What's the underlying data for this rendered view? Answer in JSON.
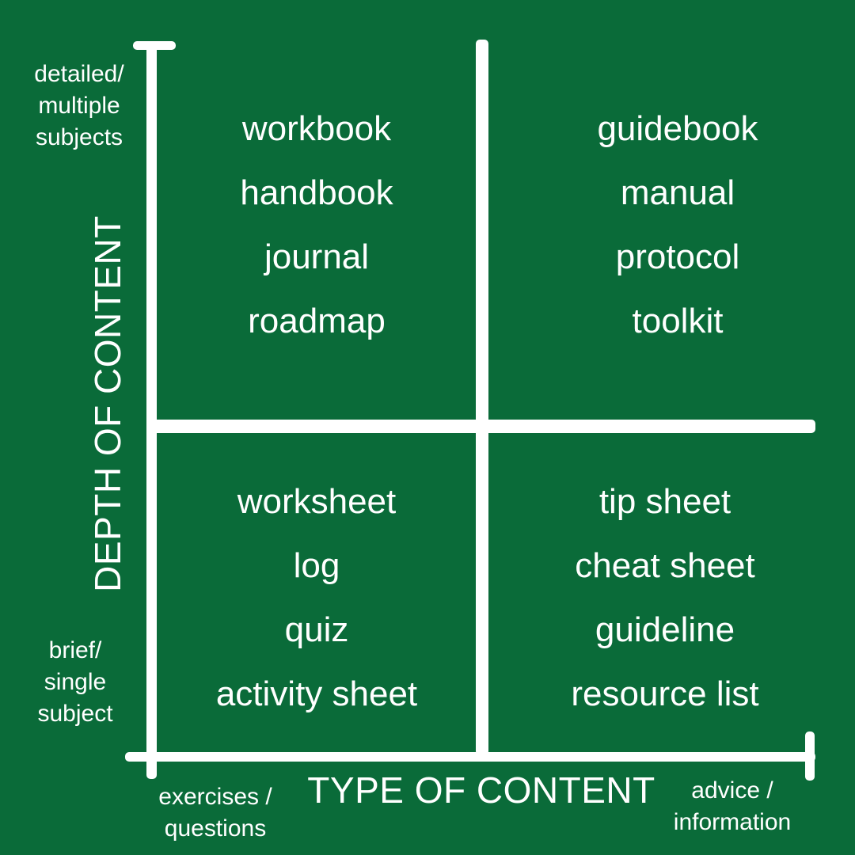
{
  "axes": {
    "y_title": "DEPTH OF CONTENT",
    "y_top_label": "detailed/\nmultiple\nsubjects",
    "y_bottom_label": "brief/\nsingle\nsubject",
    "x_title": "TYPE OF CONTENT",
    "x_left_label": "exercises /\nquestions",
    "x_right_label": "advice /\ninformation"
  },
  "quadrants": {
    "top_left": [
      "workbook",
      "handbook",
      "journal",
      "roadmap"
    ],
    "top_right": [
      "guidebook",
      "manual",
      "protocol",
      "toolkit"
    ],
    "bottom_left": [
      "worksheet",
      "log",
      "quiz",
      "activity sheet"
    ],
    "bottom_right": [
      "tip sheet",
      "cheat sheet",
      "guideline",
      "resource list"
    ]
  },
  "colors": {
    "background": "#0a6b39",
    "foreground": "#ffffff"
  }
}
